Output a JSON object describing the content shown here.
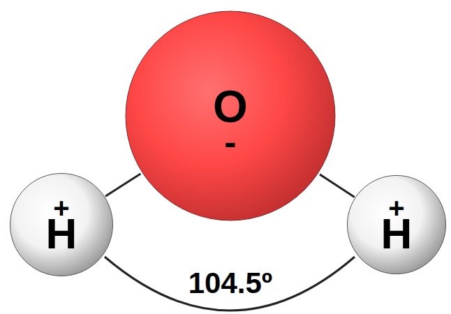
{
  "diagram": {
    "nodes": [
      {
        "text": [
          "O",
          "-"
        ]
      },
      {
        "text": [
          "+",
          "H"
        ]
      },
      {
        "text": [
          "+",
          "H"
        ]
      }
    ],
    "edges": [
      {
        "from": 0,
        "to": 1,
        "arrow": "none"
      },
      {
        "from": 0,
        "to": 2,
        "arrow": "none"
      }
    ],
    "labels": [
      "104.5º"
    ]
  }
}
